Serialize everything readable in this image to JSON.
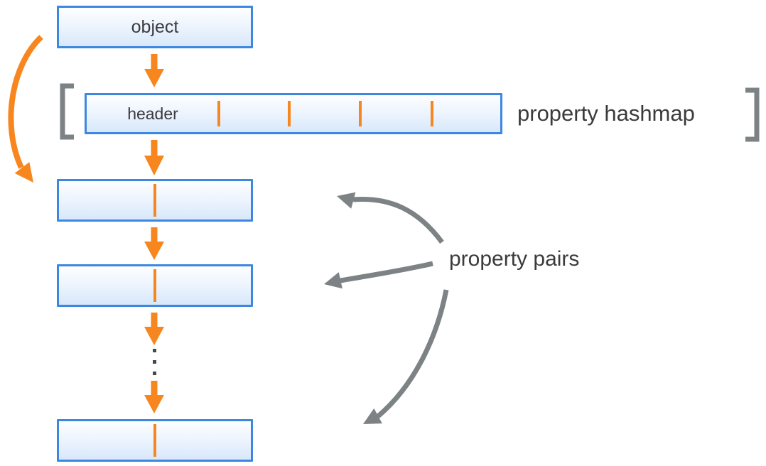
{
  "diagram_title": "object property hashmap layout",
  "colors": {
    "box_border": "#3c87df",
    "box_fill_top": "#fdfeff",
    "box_fill_bottom": "#d8e8fa",
    "orange": "#f6861d",
    "gray": "#7d8284",
    "text": "#3b3b3d"
  },
  "object_box": {
    "label": "object"
  },
  "hashmap": {
    "header_label": "header",
    "label": "property hashmap",
    "divider_positions_pct": [
      31.7,
      48.7,
      65.8,
      83.1
    ]
  },
  "pairs": {
    "label": "property pairs",
    "box_count": 3,
    "ellipsis_dot_count": 3
  }
}
